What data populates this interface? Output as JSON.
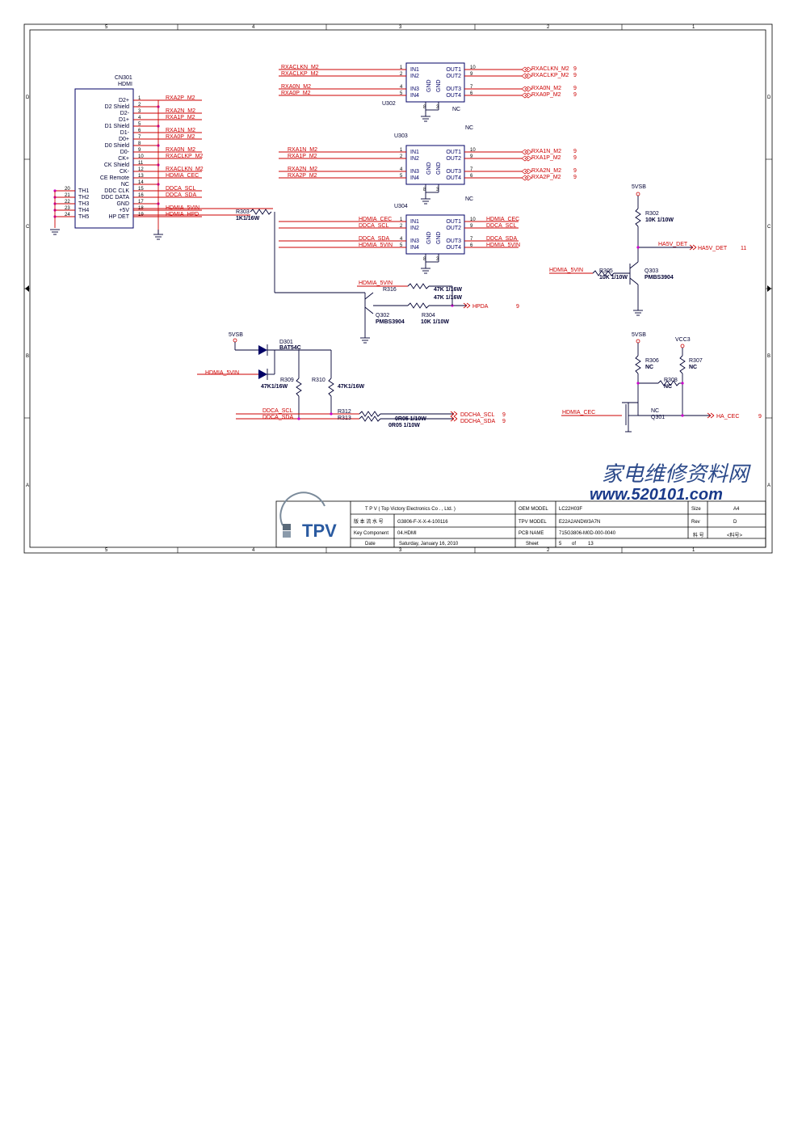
{
  "frame": {
    "col_labels": [
      "5",
      "4",
      "3",
      "2",
      "1"
    ],
    "row_labels": [
      "D",
      "C",
      "B",
      "A"
    ]
  },
  "connector": {
    "ref": "CN301",
    "type": "HDMI",
    "pins": [
      {
        "num": "1",
        "name": "D2+",
        "net": "RXA2P_M2"
      },
      {
        "num": "2",
        "name": "D2 Shield",
        "net": ""
      },
      {
        "num": "3",
        "name": "D2-",
        "net": "RXA2N_M2"
      },
      {
        "num": "4",
        "name": "D1+",
        "net": "RXA1P_M2"
      },
      {
        "num": "5",
        "name": "D1 Shield",
        "net": ""
      },
      {
        "num": "6",
        "name": "D1-",
        "net": "RXA1N_M2"
      },
      {
        "num": "7",
        "name": "D0+",
        "net": "RXA0P_M2"
      },
      {
        "num": "8",
        "name": "D0 Shield",
        "net": ""
      },
      {
        "num": "9",
        "name": "D0-",
        "net": "RXA0N_M2"
      },
      {
        "num": "10",
        "name": "CK+",
        "net": "RXACLKP_M2"
      },
      {
        "num": "11",
        "name": "CK Shield",
        "net": ""
      },
      {
        "num": "12",
        "name": "CK-",
        "net": "RXACLKN_M2"
      },
      {
        "num": "13",
        "name": "CE Remote",
        "net": "HDMIA_CEC"
      },
      {
        "num": "14",
        "name": "NC",
        "net": ""
      },
      {
        "num": "15",
        "name": "DDC CLK",
        "net": "DDCA_SCL"
      },
      {
        "num": "16",
        "name": "DDC DATA",
        "net": "DDCA_SDA"
      },
      {
        "num": "17",
        "name": "GND",
        "net": ""
      },
      {
        "num": "18",
        "name": "+5V",
        "net": "HDMIA_5VIN"
      },
      {
        "num": "19",
        "name": "HP DET",
        "net": "HDMIA_HPD"
      }
    ],
    "th_pins": [
      {
        "num": "20",
        "name": "TH1"
      },
      {
        "num": "21",
        "name": "TH2"
      },
      {
        "num": "22",
        "name": "TH3"
      },
      {
        "num": "23",
        "name": "TH4"
      },
      {
        "num": "24",
        "name": "TH5"
      }
    ]
  },
  "esd": [
    {
      "ref": "U302",
      "nc": "NC",
      "pins": [
        {
          "num": "1",
          "name": "IN1",
          "net": "RXACLKN_M2",
          "out_name": "OUT1",
          "out_num": "10",
          "out_net": "RXACLKN_M2",
          "page": "9"
        },
        {
          "num": "2",
          "name": "IN2",
          "net": "RXACLKP_M2",
          "out_name": "OUT2",
          "out_num": "9",
          "out_net": "RXACLKP_M2",
          "page": "9"
        },
        {
          "num": "4",
          "name": "IN3",
          "net": "RXA0N_M2",
          "out_name": "OUT3",
          "out_num": "7",
          "out_net": "RXA0N_M2",
          "page": "9"
        },
        {
          "num": "5",
          "name": "IN4",
          "net": "RXA0P_M2",
          "out_name": "OUT4",
          "out_num": "6",
          "out_net": "RXA0P_M2",
          "page": "9"
        }
      ]
    },
    {
      "ref": "U303",
      "nc": "NC",
      "pins": [
        {
          "num": "1",
          "name": "IN1",
          "net": "RXA1N_M2",
          "out_name": "OUT1",
          "out_num": "10",
          "out_net": "RXA1N_M2",
          "page": "9"
        },
        {
          "num": "2",
          "name": "IN2",
          "net": "RXA1P_M2",
          "out_name": "OUT2",
          "out_num": "9",
          "out_net": "RXA1P_M2",
          "page": "9"
        },
        {
          "num": "4",
          "name": "IN3",
          "net": "RXA2N_M2",
          "out_name": "OUT3",
          "out_num": "7",
          "out_net": "RXA2N_M2",
          "page": "9"
        },
        {
          "num": "5",
          "name": "IN4",
          "net": "RXA2P_M2",
          "out_name": "OUT4",
          "out_num": "6",
          "out_net": "RXA2P_M2",
          "page": "9"
        }
      ]
    },
    {
      "ref": "U304",
      "nc": "NC",
      "pins": [
        {
          "num": "1",
          "name": "IN1",
          "net": "HDMIA_CEC",
          "out_name": "OUT1",
          "out_num": "10",
          "out_net": "HDMIA_CEC",
          "page": ""
        },
        {
          "num": "2",
          "name": "IN2",
          "net": "DDCA_SCL",
          "out_name": "OUT2",
          "out_num": "9",
          "out_net": "DDCA_SCL",
          "page": ""
        },
        {
          "num": "4",
          "name": "IN3",
          "net": "DDCA_SDA",
          "out_name": "OUT3",
          "out_num": "7",
          "out_net": "DDCA_SDA",
          "page": ""
        },
        {
          "num": "5",
          "name": "IN4",
          "net": "HDMIA_5VIN",
          "out_name": "OUT4",
          "out_num": "6",
          "out_net": "HDMIA_5VIN",
          "page": ""
        }
      ]
    }
  ],
  "gnd_pins": [
    "8",
    "3"
  ],
  "gnd_label": "GND",
  "hpd": {
    "r303": {
      "ref": "R303",
      "value": "1K1/16W"
    },
    "r316": {
      "ref": "R316",
      "value": "47K 1/16W"
    },
    "r304": {
      "ref": "R304",
      "value": "10K 1/10W"
    },
    "r304_val_top": "47K 1/16W",
    "q302": {
      "ref": "Q302",
      "value": "PMBS3904"
    },
    "net_5vin": "HDMIA_5VIN",
    "out_net": "HPDA",
    "out_page": "9"
  },
  "ha5v": {
    "supply": "5VSB",
    "r302": {
      "ref": "R302",
      "value": "10K 1/10W"
    },
    "r305": {
      "ref": "R305",
      "value": "10K 1/10W"
    },
    "q303": {
      "ref": "Q303",
      "value": "PMBS3904"
    },
    "in_net": "HDMIA_5VIN",
    "det_net": "HA5V_DET",
    "out_net": "HA5V_DET",
    "out_page": "11"
  },
  "ddc": {
    "supply": "5VSB",
    "d301": {
      "ref": "D301",
      "value": "BAT54C"
    },
    "in_net": "HDMIA_5VIN",
    "r309": {
      "ref": "R309",
      "value": "47K1/16W"
    },
    "r310": {
      "ref": "R310",
      "value": "47K1/16W"
    },
    "r312": {
      "ref": "R312",
      "value": "0R05 1/10W"
    },
    "r313": {
      "ref": "R313",
      "value": "0R05 1/10W"
    },
    "scl_in": "DDCA_SCL",
    "sda_in": "DDCA_SDA",
    "scl_out": "DDCHA_SCL",
    "sda_out": "DDCHA_SDA",
    "page": "9"
  },
  "cec": {
    "supply1": "5VSB",
    "supply2": "VCC3",
    "r306": {
      "ref": "R306",
      "value": "NC"
    },
    "r307": {
      "ref": "R307",
      "value": "NC"
    },
    "r308": {
      "ref": "R308",
      "value": "NC"
    },
    "q301": {
      "ref": "Q301",
      "value": "NC"
    },
    "in_net": "HDMIA_CEC",
    "out_net": "HA_CEC",
    "out_page": "9"
  },
  "watermark": {
    "cn": "家电维修资料网",
    "url": "www.520101.com"
  },
  "title_block": {
    "logo": "TPV",
    "company": "T P V  ( Top   Victory   Electronics   Co . ,  Ltd. )",
    "row1_label": "OEM MODEL",
    "row1_value": "LC22H03F",
    "size_label": "Size",
    "size_value": "A4",
    "code_label": "版 本 流 水 号",
    "code_value": "G3806-F-X-X-4-100116",
    "row2_label": "TPV MODEL",
    "row2_value": "E22A2ANDW3A7N",
    "rev_label": "Rev",
    "rev_value": "D",
    "key_label": "Key Component",
    "key_value": "04.HDMI",
    "row3_label": "PCB NAME",
    "row3_value": "715G3806-M0D-000-0040",
    "extra_label": "料 号",
    "extra_value": "<料号>",
    "date_label": "Date",
    "date_value": "Saturday, January 16, 2010",
    "sheet_label": "Sheet",
    "sheet_value": "5",
    "of_label": "of",
    "total_value": "13"
  }
}
